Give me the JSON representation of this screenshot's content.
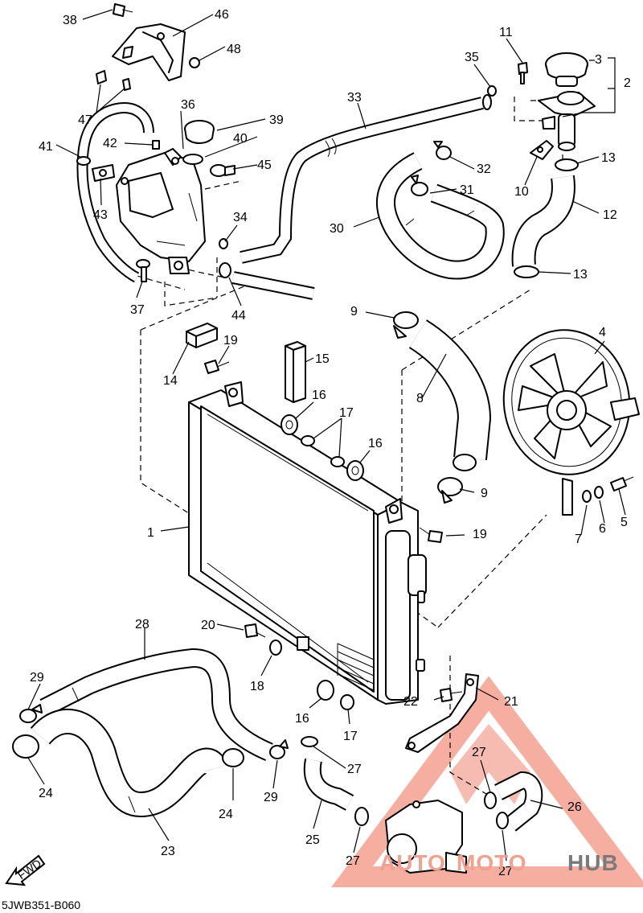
{
  "diagram_code": "5JWB351-B060",
  "fwd_label": "FWD",
  "watermark": {
    "part1": "AUTO",
    "part2": "MOTO",
    "part3": "HUB",
    "color_accent": "#f4a090",
    "color_dark": "#7a7a7a"
  },
  "callouts": [
    {
      "id": "c1",
      "text": "1"
    },
    {
      "id": "c2",
      "text": "2"
    },
    {
      "id": "c3",
      "text": "3"
    },
    {
      "id": "c4",
      "text": "4"
    },
    {
      "id": "c5",
      "text": "5"
    },
    {
      "id": "c6",
      "text": "6"
    },
    {
      "id": "c7",
      "text": "7"
    },
    {
      "id": "c8",
      "text": "8"
    },
    {
      "id": "c9a",
      "text": "9"
    },
    {
      "id": "c9b",
      "text": "9"
    },
    {
      "id": "c10",
      "text": "10"
    },
    {
      "id": "c11",
      "text": "11"
    },
    {
      "id": "c12",
      "text": "12"
    },
    {
      "id": "c13a",
      "text": "13"
    },
    {
      "id": "c13b",
      "text": "13"
    },
    {
      "id": "c14",
      "text": "14"
    },
    {
      "id": "c15",
      "text": "15"
    },
    {
      "id": "c16a",
      "text": "16"
    },
    {
      "id": "c16b",
      "text": "16"
    },
    {
      "id": "c16c",
      "text": "16"
    },
    {
      "id": "c17a",
      "text": "17"
    },
    {
      "id": "c17b",
      "text": "17"
    },
    {
      "id": "c18",
      "text": "18"
    },
    {
      "id": "c19a",
      "text": "19"
    },
    {
      "id": "c19b",
      "text": "19"
    },
    {
      "id": "c20",
      "text": "20"
    },
    {
      "id": "c21",
      "text": "21"
    },
    {
      "id": "c22",
      "text": "22"
    },
    {
      "id": "c23",
      "text": "23"
    },
    {
      "id": "c24a",
      "text": "24"
    },
    {
      "id": "c24b",
      "text": "24"
    },
    {
      "id": "c25",
      "text": "25"
    },
    {
      "id": "c26",
      "text": "26"
    },
    {
      "id": "c27a",
      "text": "27"
    },
    {
      "id": "c27b",
      "text": "27"
    },
    {
      "id": "c27c",
      "text": "27"
    },
    {
      "id": "c27d",
      "text": "27"
    },
    {
      "id": "c28",
      "text": "28"
    },
    {
      "id": "c29a",
      "text": "29"
    },
    {
      "id": "c29b",
      "text": "29"
    },
    {
      "id": "c30",
      "text": "30"
    },
    {
      "id": "c31",
      "text": "31"
    },
    {
      "id": "c32",
      "text": "32"
    },
    {
      "id": "c33",
      "text": "33"
    },
    {
      "id": "c35",
      "text": "35"
    },
    {
      "id": "c36",
      "text": "36"
    },
    {
      "id": "c37",
      "text": "37"
    },
    {
      "id": "c38",
      "text": "38"
    },
    {
      "id": "c39",
      "text": "39"
    },
    {
      "id": "c40",
      "text": "40"
    },
    {
      "id": "c41",
      "text": "41"
    },
    {
      "id": "c42",
      "text": "42"
    },
    {
      "id": "c43",
      "text": "43"
    },
    {
      "id": "c34",
      "text": "34"
    },
    {
      "id": "c44",
      "text": "44"
    },
    {
      "id": "c45",
      "text": "45"
    },
    {
      "id": "c46",
      "text": "46"
    },
    {
      "id": "c47",
      "text": "47"
    },
    {
      "id": "c48",
      "text": "48"
    }
  ]
}
